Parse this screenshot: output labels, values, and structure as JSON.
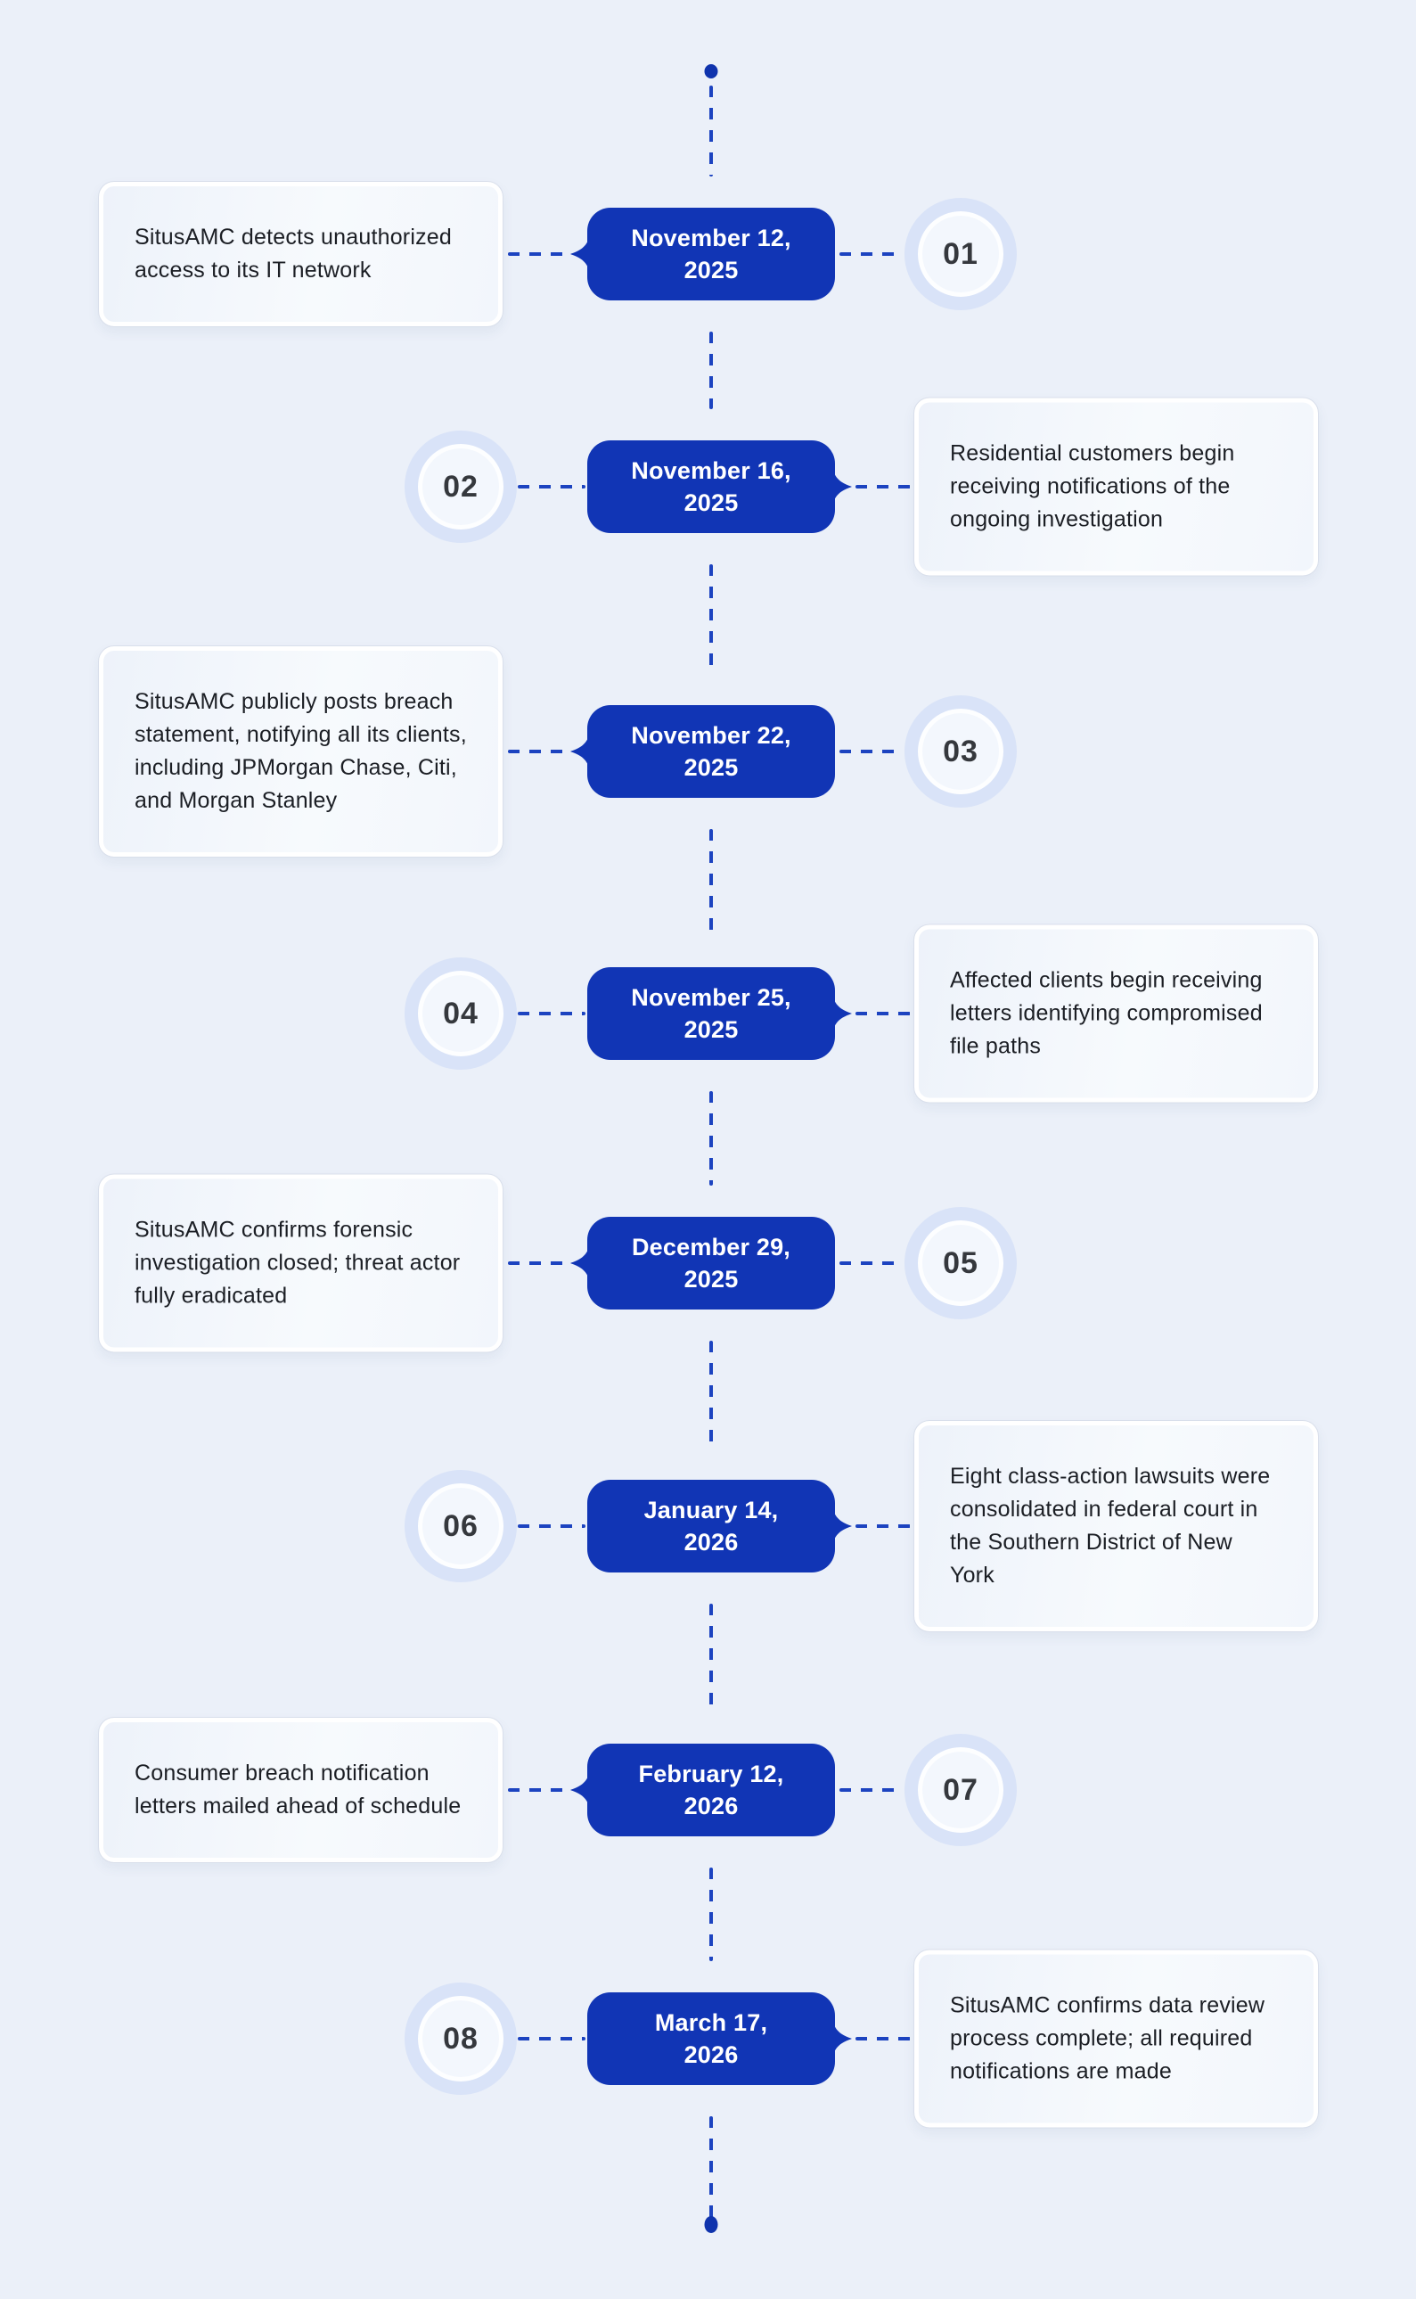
{
  "palette": {
    "background": "#ebf0f9",
    "pill_blue": "#1135b5",
    "dash_blue": "#1c43c0",
    "badge_ring_blue": "#d9e3f8",
    "badge_fill": "#f3f7fd",
    "number_text": "#35383d",
    "card_text": "#1b1e24",
    "card_fill": "#f4f7fc"
  },
  "timeline": {
    "events": [
      {
        "number": "01",
        "date_line1": "November 12,",
        "date_line2": "2025",
        "description": "SitusAMC detects unauthorized access to its IT network",
        "card_side": "left"
      },
      {
        "number": "02",
        "date_line1": "November 16,",
        "date_line2": "2025",
        "description": "Residential customers begin receiving notifications of the ongoing investigation",
        "card_side": "right"
      },
      {
        "number": "03",
        "date_line1": "November 22,",
        "date_line2": "2025",
        "description": "SitusAMC publicly posts breach statement, notifying all its clients, including JPMorgan Chase, Citi, and Morgan Stanley",
        "card_side": "left"
      },
      {
        "number": "04",
        "date_line1": "November 25,",
        "date_line2": "2025",
        "description": "Affected clients begin receiving letters identifying compromised file paths",
        "card_side": "right"
      },
      {
        "number": "05",
        "date_line1": "December 29,",
        "date_line2": "2025",
        "description": "SitusAMC confirms forensic investigation closed; threat actor fully eradicated",
        "card_side": "left"
      },
      {
        "number": "06",
        "date_line1": "January 14,",
        "date_line2": "2026",
        "description": "Eight class-action lawsuits were consolidated in federal court in the Southern District of New York",
        "card_side": "right"
      },
      {
        "number": "07",
        "date_line1": "February 12,",
        "date_line2": "2026",
        "description": "Consumer breach notification letters mailed ahead of schedule",
        "card_side": "left"
      },
      {
        "number": "08",
        "date_line1": "March 17,",
        "date_line2": "2026",
        "description": "SitusAMC confirms data review process complete; all required notifications are made",
        "card_side": "right"
      }
    ]
  }
}
